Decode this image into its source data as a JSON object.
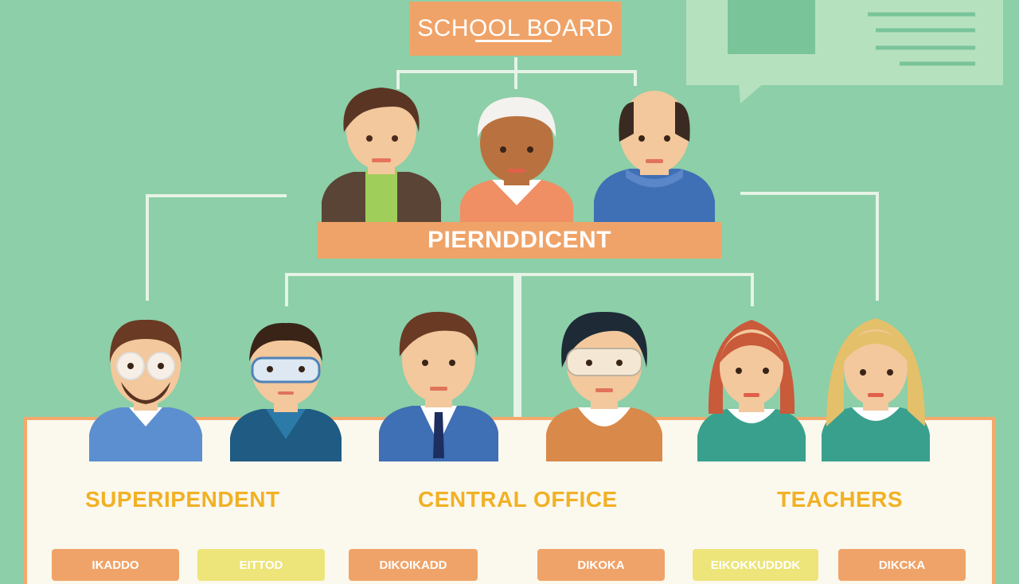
{
  "diagram": {
    "top_node": "SCHOOL BOARD",
    "middle_node": "PIERNDDICENT",
    "sections": [
      "SUPERIPENDENT",
      "CENTRAL OFFICE",
      "TEACHERS"
    ],
    "chips": [
      {
        "label": "IKADDO",
        "color": "orange"
      },
      {
        "label": "EITTOD",
        "color": "yellow"
      },
      {
        "label": "DIKOIKADD",
        "color": "orange"
      },
      {
        "label": "DIKOKA",
        "color": "orange"
      },
      {
        "label": "EIKOKKUDDDK",
        "color": "yellow"
      },
      {
        "label": "DIKCKA",
        "color": "orange"
      }
    ]
  },
  "colors": {
    "background": "#8ccfa8",
    "box": "#f0a368",
    "panel": "#fbf8ee",
    "section_text": "#f1b124",
    "connector": "#e6f3e6"
  },
  "people": {
    "board_members": [
      "board-member-1",
      "board-member-2",
      "board-member-3"
    ],
    "staff": [
      "staff-1",
      "staff-2",
      "staff-3",
      "staff-4",
      "staff-5",
      "staff-6"
    ]
  }
}
